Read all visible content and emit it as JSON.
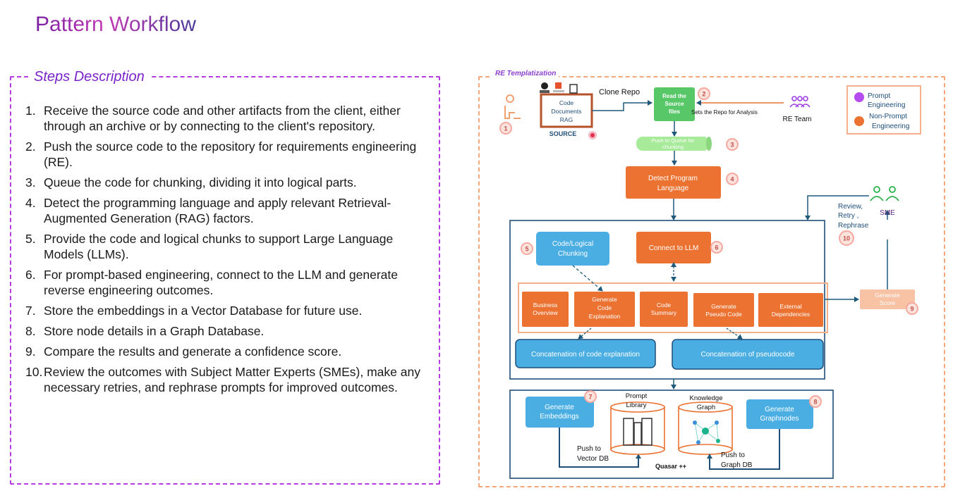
{
  "title": "Pattern Workflow",
  "steps_panel": {
    "heading": "Steps Description",
    "steps": [
      {
        "num": "1.",
        "text": "Receive the source code and other artifacts from the client, either through an archive or by connecting to the client's repository."
      },
      {
        "num": "2.",
        "text": "Push the source code to the repository for requirements engineering (RE)."
      },
      {
        "num": "3.",
        "text": "Queue the code for chunking, dividing it into logical parts."
      },
      {
        "num": "4.",
        "text": "Detect the programming language and apply relevant Retrieval-Augmented Generation (RAG) factors."
      },
      {
        "num": "5.",
        "text": "Provide the code and logical chunks to support Large Language Models (LLMs)."
      },
      {
        "num": "6.",
        "text": "For prompt-based engineering, connect to the LLM and generate reverse engineering outcomes."
      },
      {
        "num": "7.",
        "text": "Store the embeddings in a Vector Database for future use."
      },
      {
        "num": "8.",
        "text": "Store node details in a Graph Database."
      },
      {
        "num": "9.",
        "text": "Compare the results and generate a confidence score."
      },
      {
        "num": "10.",
        "text": "Review the outcomes with Subject Matter Experts (SMEs), make any necessary retries, and rephrase prompts for improved outcomes."
      }
    ]
  },
  "diagram": {
    "heading": "RE Templatization",
    "colors": {
      "orange": "#ec7232",
      "blue": "#4aaee3",
      "green": "#57c767",
      "purple": "#b44cf0",
      "pink_badge": "#f5a9a0",
      "navy": "#1f4e79"
    },
    "source": {
      "lines": [
        "Code",
        "Documents",
        "RAG"
      ],
      "caption": "SOURCE",
      "icons": [
        "github-icon",
        "git-icon",
        "archive-icon"
      ]
    },
    "clone_repo": "Clone Repo",
    "read_source": [
      "Read the",
      "Source",
      "files"
    ],
    "sets_repo": "Sets the Repo for Analysis",
    "re_team": "RE Team",
    "push_queue": [
      "Push to Queue for",
      "chunking"
    ],
    "detect_lang": [
      "Detect Program",
      "Language"
    ],
    "code_chunking": [
      "Code/Logical",
      "Chunking"
    ],
    "connect_llm": "Connect to LLM",
    "outputs": [
      [
        "Business",
        "Overview"
      ],
      [
        "Generate",
        "Code",
        "Explanation"
      ],
      [
        "Code",
        "Summary"
      ],
      [
        "Generate",
        "Pseudo Code"
      ],
      [
        "External",
        "Dependencies"
      ]
    ],
    "concat_code": "Concatenation of code explanation",
    "concat_pseudo": "Concatenation of pseudocode",
    "review": [
      "Review,",
      "Retry ,",
      "Rephrase"
    ],
    "sme": "SME",
    "generate_score": [
      "Generate",
      "Score"
    ],
    "gen_embeddings": [
      "Generate",
      "Embeddings"
    ],
    "prompt_library": [
      "Prompt",
      "Library"
    ],
    "knowledge_graph": [
      "Knowledge",
      "Graph"
    ],
    "gen_graphnodes": [
      "Generate",
      "Graphnodes"
    ],
    "push_vector": [
      "Push to",
      "Vector DB"
    ],
    "push_graph": [
      "Push to",
      "Graph DB"
    ],
    "quasar": "Quasar ++",
    "legend": {
      "prompt": [
        "Prompt",
        "Engineering"
      ],
      "non_prompt": [
        "Non-Prompt",
        "Engineering"
      ]
    },
    "badges": [
      "1",
      "2",
      "3",
      "4",
      "5",
      "6",
      "7",
      "8",
      "9",
      "10"
    ]
  }
}
